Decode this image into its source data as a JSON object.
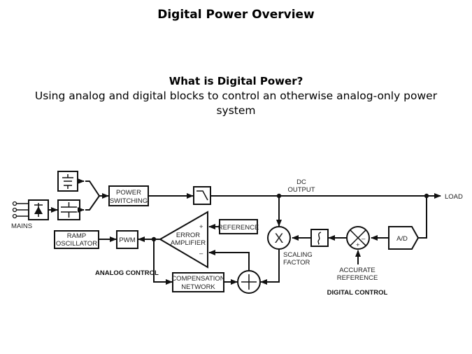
{
  "slide": {
    "title": "Digital Power Overview",
    "subtitle": "What is Digital Power?",
    "description": "Using analog and digital blocks to control an otherwise analog-only power system"
  },
  "diagram": {
    "labels": {
      "mains": "MAINS",
      "power_switching_1": "POWER",
      "power_switching_2": "SWITCHING",
      "dc_output_1": "DC",
      "dc_output_2": "OUTPUT",
      "load": "LOAD",
      "ramp_oscillator_1": "RAMP",
      "ramp_oscillator_2": "OSCILLATOR",
      "pwm": "PWM",
      "error_amplifier_1": "ERROR",
      "error_amplifier_2": "AMPLIFIER",
      "plus": "+",
      "minus": "–",
      "reference": "REFERENCE",
      "compensation_1": "COMPENSATION",
      "compensation_2": "NETWORK",
      "multiplier": "X",
      "scaling_factor_1": "SCALING",
      "scaling_factor_2": "FACTOR",
      "accurate_reference_1": "ACCURATE",
      "accurate_reference_2": "REFERENCE",
      "ad": "A/D",
      "analog_control": "ANALOG CONTROL",
      "digital_control": "DIGITAL CONTROL"
    }
  }
}
